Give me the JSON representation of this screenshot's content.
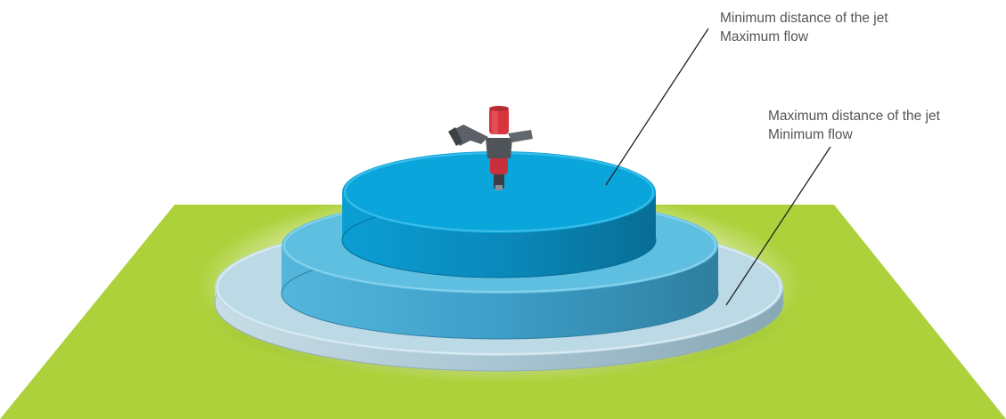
{
  "labels": {
    "inner": {
      "line1": "Minimum distance of the jet",
      "line2": "Maximum flow"
    },
    "outer": {
      "line1": "Maximum distance of the jet",
      "line2": "Minimum flow"
    }
  },
  "colors": {
    "ground": "#acd13a",
    "outer_disc_top": "#bcd9e6",
    "outer_disc_side": "#9ab8c6",
    "middle_disc_top": "#5fbfe0",
    "middle_disc_side": "#3e9fc6",
    "inner_disc_top": "#0aa6db",
    "inner_disc_side": "#0b86b5",
    "sprinkler_cap": "#d6353c",
    "sprinkler_body": "#555a60",
    "leader_line": "#222222",
    "label_text": "#555555"
  },
  "icons": {
    "sprinkler": "impact-sprinkler-icon"
  }
}
